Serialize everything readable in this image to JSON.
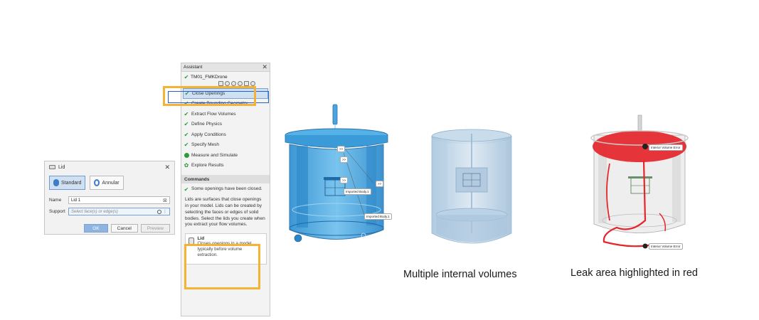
{
  "lid_dialog": {
    "title": "Lid",
    "types": [
      "Standard",
      "Annular"
    ],
    "name_label": "Name",
    "name_value": "Lid 1",
    "support_label": "Support",
    "support_placeholder": "Select face(s) or edge(s)",
    "ok_label": "OK",
    "cancel_label": "Cancel",
    "preview_label": "Preview"
  },
  "assistant": {
    "title": "Assistant",
    "project": "TM01_FMKDrone",
    "steps": [
      "Close Openings",
      "Create Bounding Geometry",
      "Extract Flow Volumes",
      "Define Physics",
      "Apply Conditions",
      "Specify Mesh",
      "Measure and Simulate",
      "Explore Results"
    ],
    "commands_header": "Commands",
    "status_text": "Some openings have been closed.",
    "description": "Lids are surfaces that close openings in your model. Lids can be created by selecting the faces or edges of solid bodies. Select the lids you create when you extract your flow volumes.",
    "lid_card": {
      "title": "Lid",
      "description": "Closes openings in a model, typically before volume extraction."
    }
  },
  "views": {
    "tag_expand": ">>",
    "tag_imported_1": "Imported Body.1",
    "tag_imported_2": "Imported Body.1",
    "tag_error_1": "Interior Volume Error",
    "tag_error_2": "Interior Volume Error",
    "caption_multiple": "Multiple internal volumes",
    "caption_leak": "Leak area highlighted in red"
  },
  "colors": {
    "accent_orange": "#f5b335",
    "selection_blue": "#2460c9",
    "check_green": "#2f9a3c",
    "model_blue": "#3f9fd8",
    "leak_red": "#e5252a"
  }
}
